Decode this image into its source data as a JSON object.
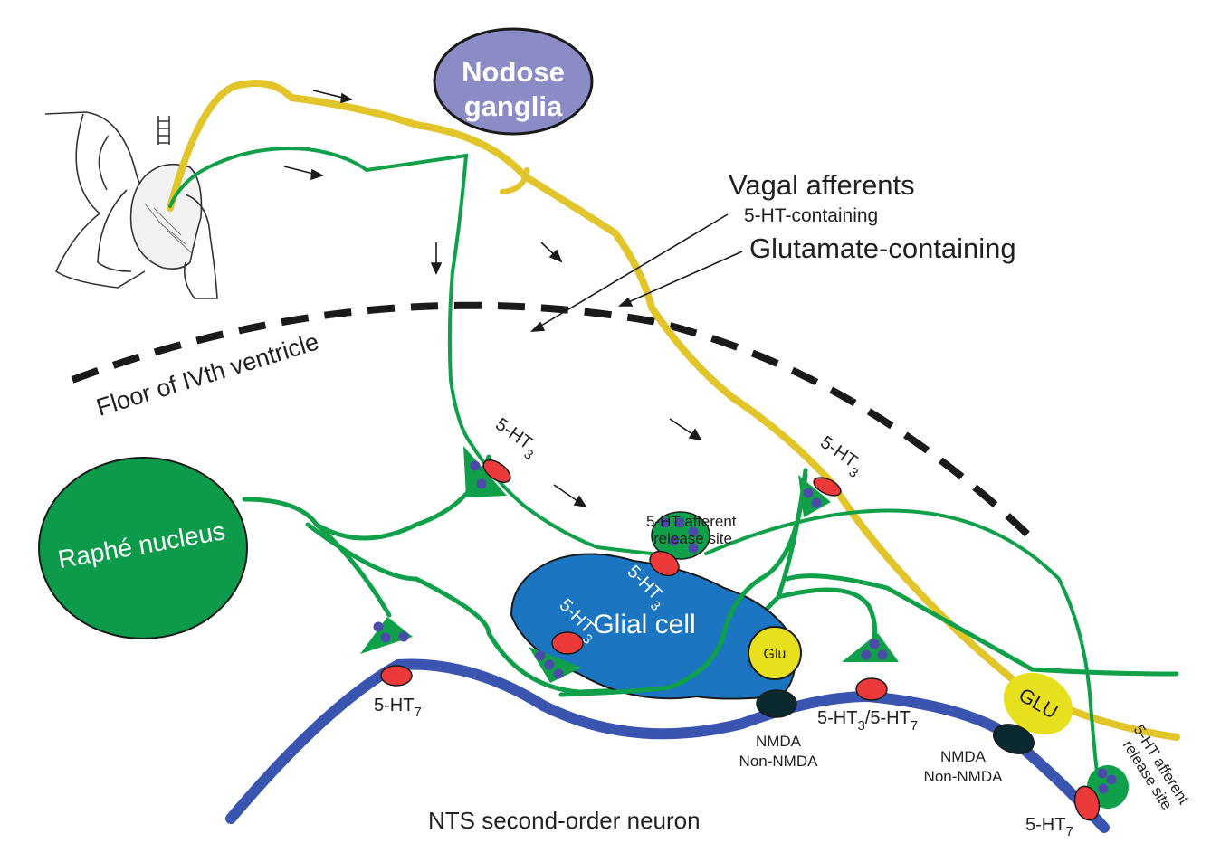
{
  "title_labels": {
    "vagal_afferents": "Vagal afferents",
    "ht_containing": "5-HT-containing",
    "glutamate_containing": "Glutamate-containing",
    "floor_ventricle": "Floor of IVth ventricle",
    "nodose_line1": "Nodose",
    "nodose_line2": "ganglia",
    "raphe": "Raphé nucleus",
    "glial": "Glial cell",
    "glu_small": "Glu",
    "glu_large": "GLU",
    "nts_neuron": "NTS second-order neuron",
    "release_site_1_line1": "5-HT afferent",
    "release_site_1_line2": "release site",
    "release_site_2_line1": "5-HT afferent",
    "release_site_2_line2": "release site"
  },
  "receptors": {
    "ht_base": "5-HT",
    "sub3": "3",
    "sub7": "7",
    "slash": "/5-HT",
    "nmda": "NMDA",
    "non_nmda": "Non-NMDA"
  },
  "colors": {
    "glutamate_fiber": "#e2c52a",
    "serotonin_fiber": "#10a04a",
    "nts_neuron": "#3a55b0",
    "glial_cell": "#1c75c0",
    "nodose": "#8b8cc6",
    "raphe": "#0d9a4a",
    "receptor_5ht": "#ec3a3a",
    "receptor_glu": "#0b2a30",
    "glu_vesicle": "#e6e01e",
    "vesicle_dot": "#4a4aa8"
  }
}
